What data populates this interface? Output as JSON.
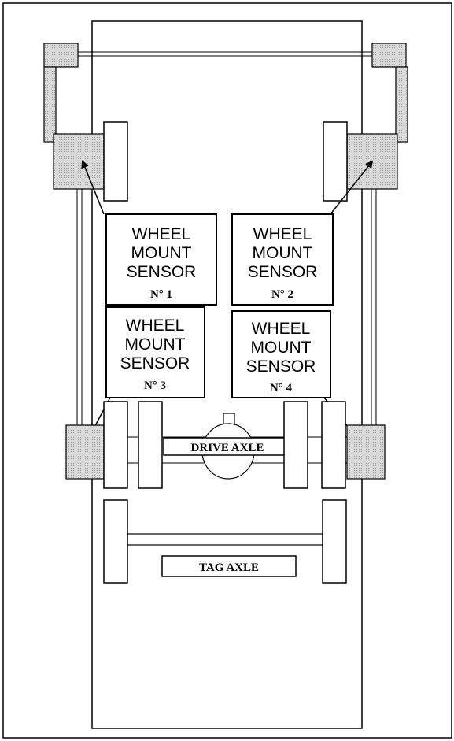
{
  "diagram": {
    "sensors": [
      {
        "line1": "WHEEL",
        "line2": "MOUNT",
        "line3": "SENSOR",
        "number": "N° 1"
      },
      {
        "line1": "WHEEL",
        "line2": "MOUNT",
        "line3": "SENSOR",
        "number": "N° 2"
      },
      {
        "line1": "WHEEL",
        "line2": "MOUNT",
        "line3": "SENSOR",
        "number": "N° 3"
      },
      {
        "line1": "WHEEL",
        "line2": "MOUNT",
        "line3": "SENSOR",
        "number": "N° 4"
      }
    ],
    "drive_axle_label": "DRIVE AXLE",
    "tag_axle_label": "TAG AXLE",
    "colors": {
      "line": "#000000",
      "fill_gray": "#cfcfcf",
      "background": "#ffffff"
    }
  }
}
